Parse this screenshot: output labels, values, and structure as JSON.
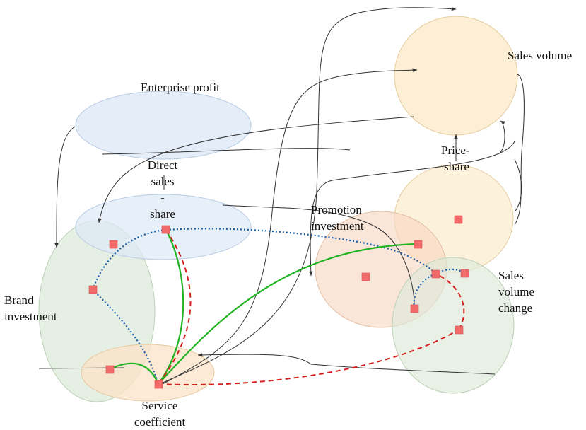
{
  "labels": {
    "sales_volume": "Sales volume",
    "enterprise_profit": "Enterprise profit",
    "direct_sales_share_1": "Direct",
    "direct_sales_share_2": "sales",
    "direct_sales_share_3": "-",
    "direct_sales_share_4": "share",
    "price_share_1": "Price-",
    "price_share_2": "share",
    "promotion_investment_1": "Promotion",
    "promotion_investment_2": "investment",
    "sales_volume_change_1": "Sales",
    "sales_volume_change_2": "volume",
    "sales_volume_change_3": "change",
    "brand_investment_1": "Brand",
    "brand_investment_2": "investment",
    "service_coefficient_1": "Service",
    "service_coefficient_2": "coefficient"
  },
  "colors": {
    "sales_volume_fill": "#fbe9c8",
    "enterprise_profit_fill": "#dde8f6",
    "direct_sales_fill": "#dde8f6",
    "price_share_fill": "#fbe9c8",
    "promotion_fill": "#f8d9c4",
    "sales_change_fill": "#dde9da",
    "brand_fill": "#dde9da",
    "service_fill": "#fbe3c8",
    "node_fill": "#f26b6b",
    "green_link": "#22b322",
    "red_link": "#d42020",
    "blue_link": "#1e5fa8",
    "arrow": "#333333"
  }
}
